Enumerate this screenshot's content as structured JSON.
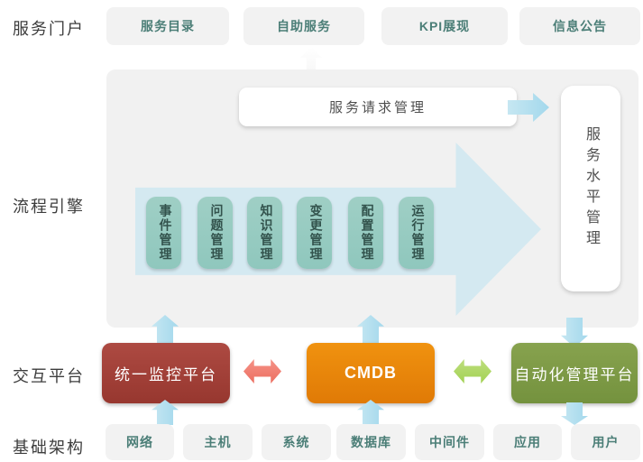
{
  "row_labels": {
    "portal": "服务门户",
    "engine": "流程引擎",
    "interaction": "交互平台",
    "infrastructure": "基础架构"
  },
  "portal_row": [
    "服务目录",
    "自助服务",
    "KPI展现",
    "信息公告"
  ],
  "engine_panel": {
    "service_request": "服务请求管理",
    "service_level": "服务水平管理",
    "processes": [
      "事件管理",
      "问题管理",
      "知识管理",
      "变更管理",
      "配置管理",
      "运行管理"
    ]
  },
  "interaction_row": {
    "monitoring": "统一监控平台",
    "cmdb": "CMDB",
    "automation": "自动化管理平台"
  },
  "infrastructure_row": [
    "网络",
    "主机",
    "系统",
    "数据库",
    "中间件",
    "应用",
    "用户"
  ],
  "colors": {
    "panel_gray": "#f1f1f1",
    "box_gray": "#f2f2f2",
    "teal_text": "#4b7e77",
    "process_teal": "#8fc7bd",
    "big_arrow_blue": "#d4e9f1",
    "small_arrow_blue": "#a3d8ec",
    "monitoring_red": "#97372f",
    "cmdb_orange": "#e07a06",
    "automation_green": "#74923e",
    "red_arrow": "#ec6e60",
    "green_arrow": "#a2d153"
  }
}
